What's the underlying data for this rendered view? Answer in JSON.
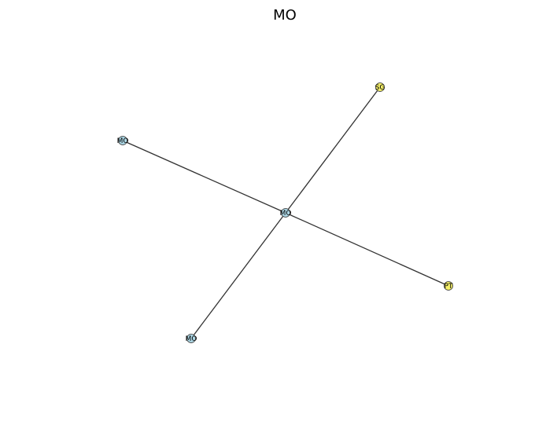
{
  "title": "MO",
  "colors": {
    "mo": "#add8e6",
    "sg": "#f5f06a",
    "pt": "#f5f06a",
    "edge": "#333333"
  },
  "nodes": [
    {
      "id": "center",
      "label": "MO",
      "kind": "mo"
    },
    {
      "id": "sg",
      "label": "SG",
      "kind": "sg"
    },
    {
      "id": "mo_left",
      "label": "MO",
      "kind": "mo"
    },
    {
      "id": "pt",
      "label": "PT",
      "kind": "pt"
    },
    {
      "id": "mo_bottom",
      "label": "MO",
      "kind": "mo"
    }
  ],
  "edges": [
    [
      "center",
      "sg"
    ],
    [
      "center",
      "mo_left"
    ],
    [
      "center",
      "pt"
    ],
    [
      "center",
      "mo_bottom"
    ]
  ]
}
